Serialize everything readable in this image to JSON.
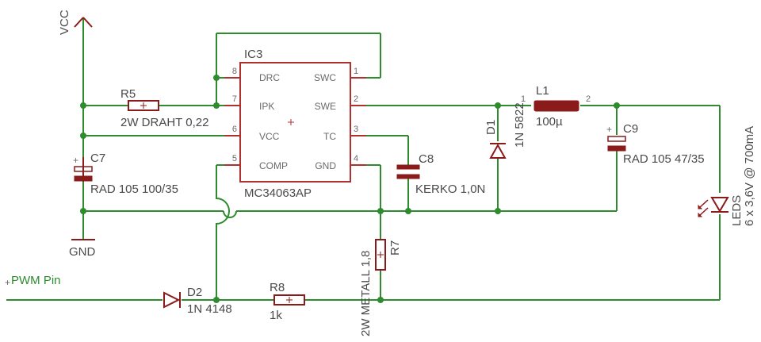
{
  "supply": {
    "vcc": "VCC",
    "gnd": "GND"
  },
  "input": {
    "pwm": "PWM Pin"
  },
  "ic": {
    "name": "IC3",
    "part": "MC34063AP",
    "pins_left": [
      {
        "num": "8",
        "name": "DRC"
      },
      {
        "num": "7",
        "name": "IPK"
      },
      {
        "num": "6",
        "name": "VCC"
      },
      {
        "num": "5",
        "name": "COMP"
      }
    ],
    "pins_right": [
      {
        "num": "1",
        "name": "SWC"
      },
      {
        "num": "2",
        "name": "SWE"
      },
      {
        "num": "3",
        "name": "TC"
      },
      {
        "num": "4",
        "name": "GND"
      }
    ]
  },
  "components": {
    "r5": {
      "name": "R5",
      "value": "2W DRAHT 0,22"
    },
    "c7": {
      "name": "C7",
      "value": "RAD 105 100/35"
    },
    "c8": {
      "name": "C8",
      "value": "KERKO 1,0N"
    },
    "d1": {
      "name": "D1",
      "value": "1N 5822"
    },
    "l1": {
      "name": "L1",
      "value": "100µ",
      "pin1": "1",
      "pin2": "2"
    },
    "c9": {
      "name": "C9",
      "value": "RAD 105 47/35"
    },
    "leds": {
      "name": "LEDS",
      "value": "6 x 3,6V @ 700mA"
    },
    "r7": {
      "name": "R7",
      "value": "2W METALL 1,8"
    },
    "d2": {
      "name": "D2",
      "value": "1N 4148"
    },
    "r8": {
      "name": "R8",
      "value": "1k"
    }
  }
}
